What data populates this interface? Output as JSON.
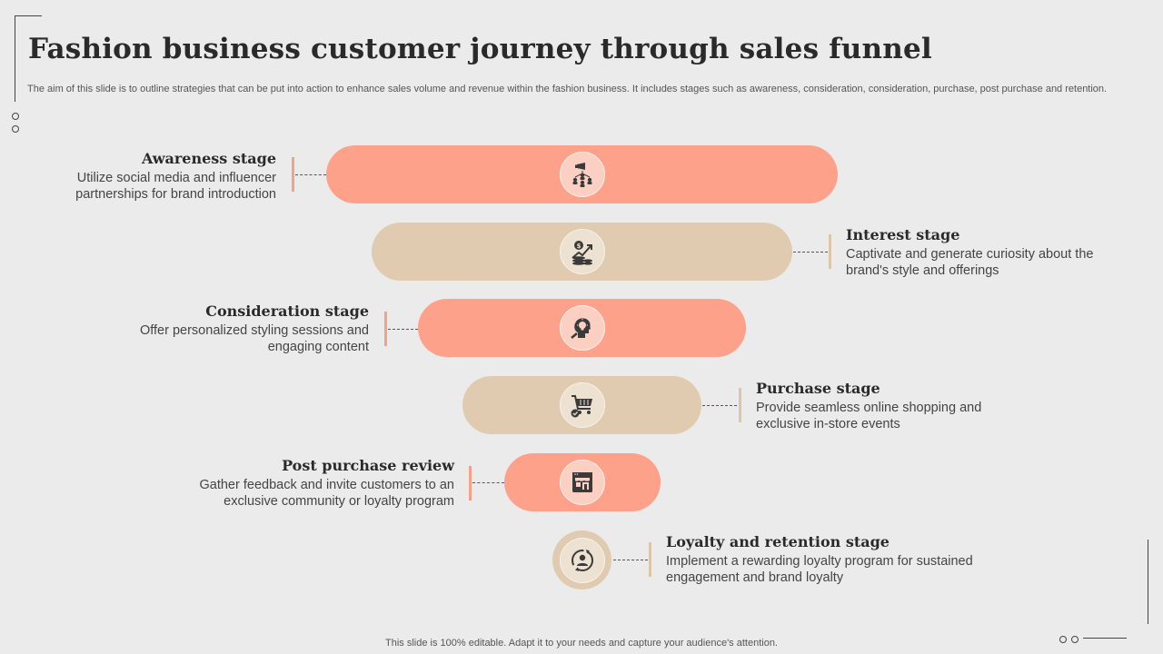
{
  "title": "Fashion business customer journey through sales funnel",
  "subtitle": "The aim of this slide is to outline strategies that can be put into action to enhance sales volume and revenue within the fashion business. It includes stages such as awareness, consideration, consideration, purchase, post purchase and retention.",
  "footer": "This slide is 100% editable. Adapt it to your needs and capture your audience's attention.",
  "colors": {
    "salmon": "#fea18a",
    "tan": "#e0cbb0",
    "icon_fill": "#3a3a3a"
  },
  "stages": [
    {
      "heading": "Awareness stage",
      "desc": "Utilize social media and influencer partnerships for brand introduction",
      "icon": "network-megaphone-icon"
    },
    {
      "heading": "Interest stage",
      "desc": "Captivate and generate curiosity about the brand's style and offerings",
      "icon": "money-growth-icon"
    },
    {
      "heading": "Consideration stage",
      "desc": "Offer personalized styling sessions and engaging content",
      "icon": "idea-head-icon"
    },
    {
      "heading": "Purchase stage",
      "desc": "Provide seamless online shopping and exclusive in-store events",
      "icon": "shopping-cart-icon"
    },
    {
      "heading": "Post purchase review",
      "desc": "Gather feedback and invite customers to an exclusive community or loyalty program",
      "icon": "online-store-review-icon"
    },
    {
      "heading": "Loyalty and retention stage",
      "desc": "Implement a rewarding loyalty program for sustained engagement and brand loyalty",
      "icon": "customer-retention-icon"
    }
  ]
}
